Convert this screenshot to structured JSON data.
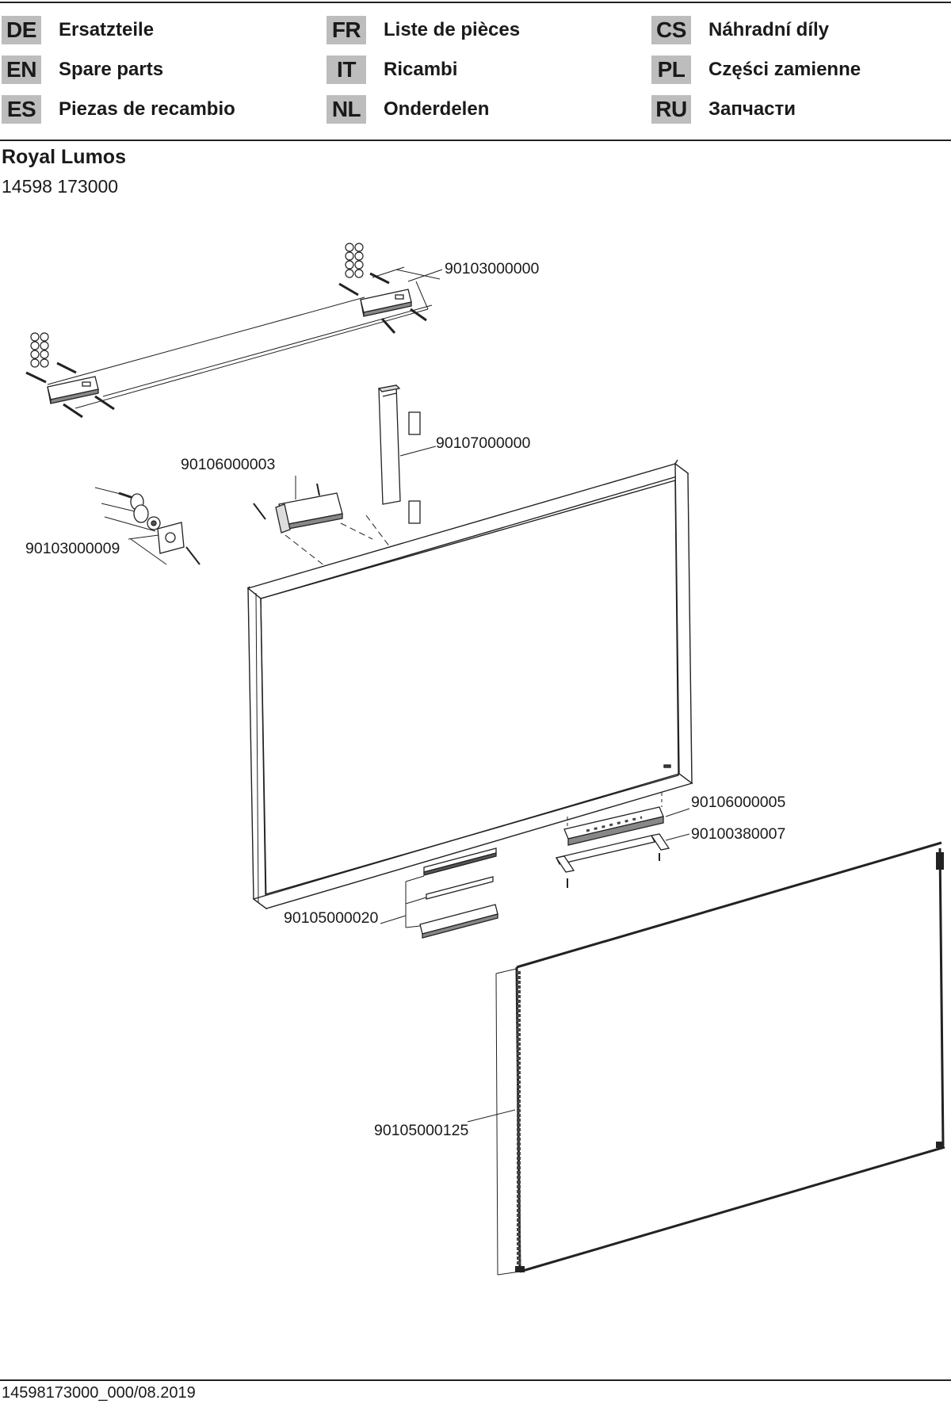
{
  "languages": [
    {
      "code": "DE",
      "label": "Ersatzteile"
    },
    {
      "code": "EN",
      "label": "Spare parts"
    },
    {
      "code": "ES",
      "label": "Piezas de recambio"
    },
    {
      "code": "FR",
      "label": "Liste de pièces"
    },
    {
      "code": "IT",
      "label": "Ricambi"
    },
    {
      "code": "NL",
      "label": "Onderdelen"
    },
    {
      "code": "CS",
      "label": "Náhradní díly"
    },
    {
      "code": "PL",
      "label": "Części zamienne"
    },
    {
      "code": "RU",
      "label": "Запчасти"
    }
  ],
  "product": {
    "name": "Royal Lumos",
    "number": "14598 173000"
  },
  "parts": {
    "wall_brackets": "90103000000",
    "side_fixing_kit": "90103000009",
    "driver_housing": "90106000003",
    "vertical_cover": "90107000000",
    "sensor_switch": "90106000005",
    "sensor_bracket": "90100380007",
    "bottom_profile": "90105000020",
    "led_strip_frame": "90105000125"
  },
  "footer": {
    "doc_id": "14598173000_000/08.2019"
  },
  "colors": {
    "code_box": "#bdbdbd",
    "line": "#222222"
  }
}
